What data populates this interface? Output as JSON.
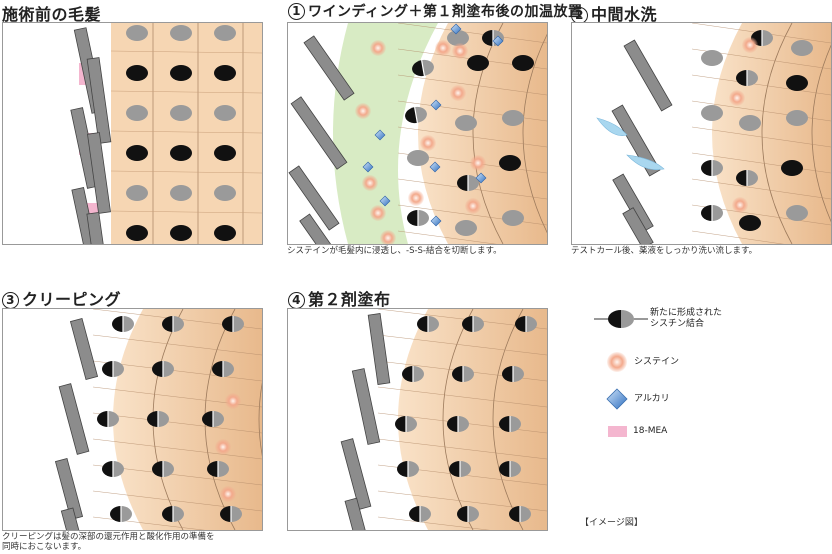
{
  "panels": [
    {
      "num": "",
      "title": "施術前の毛髪",
      "caption": []
    },
    {
      "num": "1",
      "title": "ワインディング＋第１剤塗布後の加温放置",
      "caption": [
        "システインが毛髪内に浸透し、-S-S-結合を切断します。"
      ]
    },
    {
      "num": "2",
      "title": "中間水洗",
      "caption": [
        "テストカール後、薬液をしっかり洗い流します。"
      ]
    },
    {
      "num": "3",
      "title": "クリーピング",
      "caption": [
        "クリーピングは髪の深部の還元作用と酸化作用の準備を",
        "同時におこないます。"
      ]
    },
    {
      "num": "4",
      "title": "第２剤塗布",
      "caption": []
    }
  ],
  "legend": {
    "bond": [
      "新たに形成された",
      "シスチン結合"
    ],
    "cysteine": "システイン",
    "alkali": "アルカリ",
    "mea": "18-MEA",
    "note": "【イメージ図】"
  },
  "colors": {
    "hair": "#f6d6b3",
    "hair_dark": "#e8b98c",
    "cuticle": "#8c8c8c",
    "bond_black": "#111111",
    "bond_gray": "#9a9a9a",
    "mea_pink": "#f4b6cf",
    "alkali_blue": "#4d8fd6",
    "cysteine": "#f3a98c",
    "water": "#a9d7ef",
    "green": "#d8ebc4"
  }
}
